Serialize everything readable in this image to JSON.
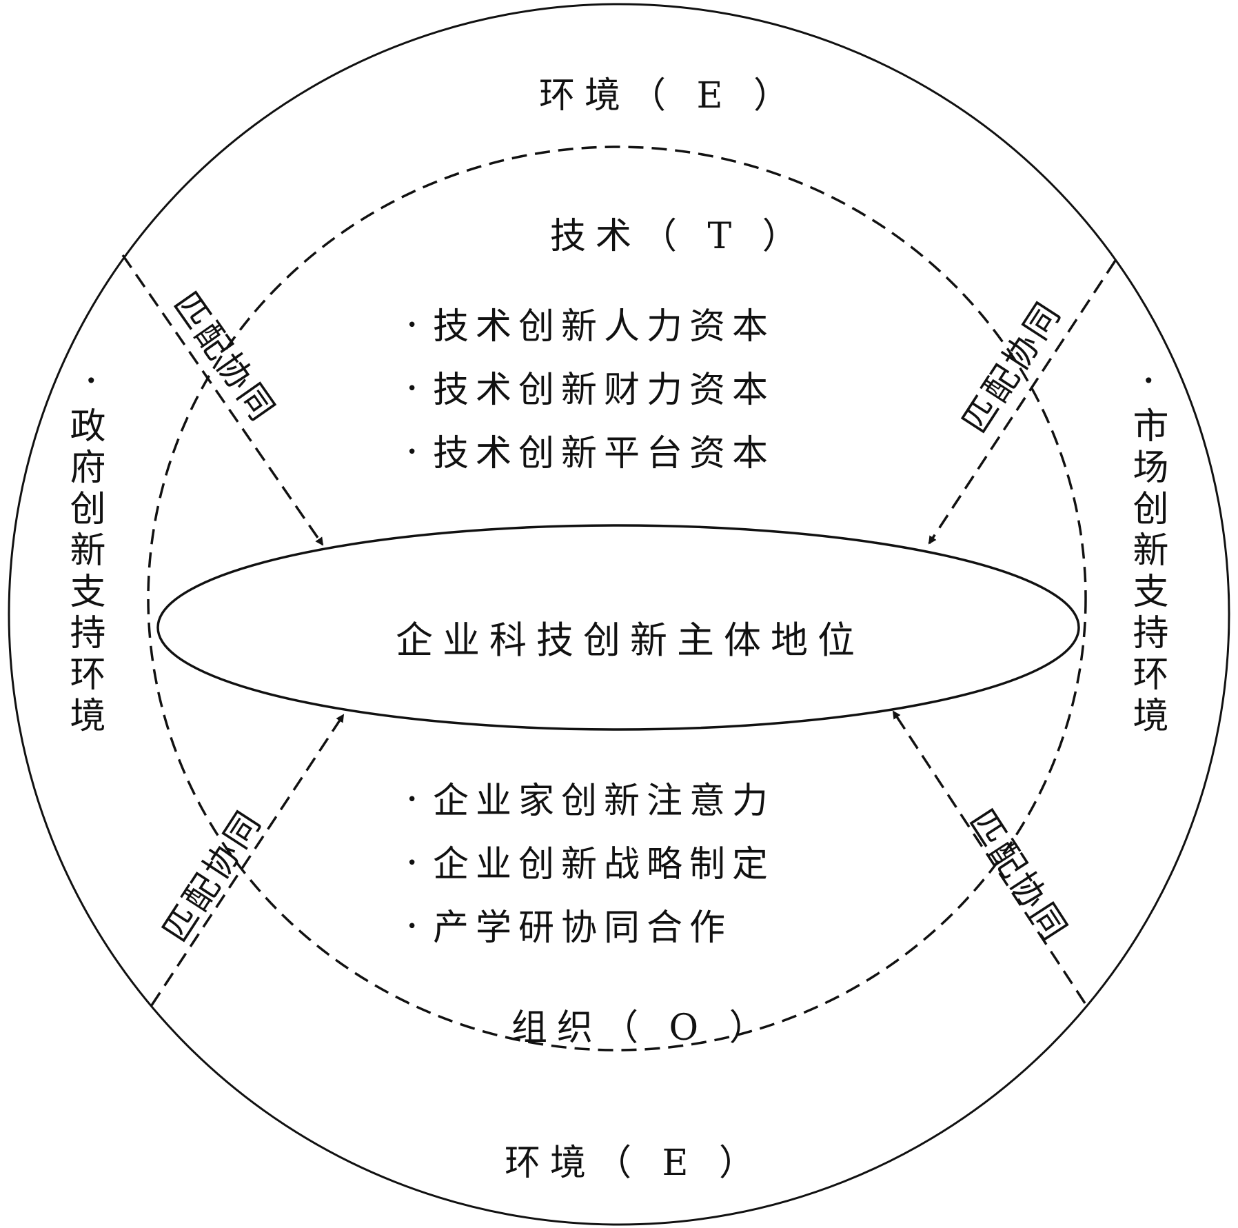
{
  "env_top": "环境（ E ）",
  "env_bottom": "环境（ E ）",
  "tech_heading": "技术（ T ）",
  "org_heading": "组织（ O ）",
  "center": "企业科技创新主体地位",
  "tech_items": [
    "技术创新人力资本",
    "技术创新财力资本",
    "技术创新平台资本"
  ],
  "org_items": [
    "企业家创新注意力",
    "企业创新战略制定",
    "产学研协同合作"
  ],
  "left_env": "政府创新支持环境",
  "right_env": "市场创新支持环境",
  "match_label": "匹配协同"
}
